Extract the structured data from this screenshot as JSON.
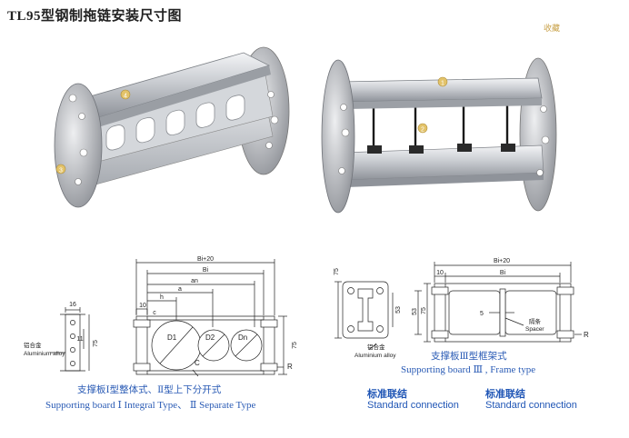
{
  "title": "TL95型钢制拖链安装尺寸图",
  "top_mark": "收藏",
  "photo_left": {
    "callout_top": "4",
    "callout_side": "3"
  },
  "photo_right": {
    "callout_top": "1",
    "callout_side": "2"
  },
  "diagram_left": {
    "dim_16": "16",
    "dim_11": "11",
    "dim_75_small": "75",
    "material_cn": "铝合金",
    "material_en": "Aluminium alloy",
    "dim_bi20": "Bi+20",
    "dim_bi": "Bi",
    "dim_an": "an",
    "dim_a": "a",
    "dim_h": "h",
    "dim_10": "10",
    "dim_c": "c",
    "dim_75": "75",
    "hole_d1": "D1",
    "hole_d2": "D2",
    "hole_dn": "Dn",
    "label_c": "C",
    "label_r": "R",
    "caption_cn": "支撑板Ⅰ型整体式、Ⅱ型上下分开式",
    "caption_en": "Supporting board Ⅰ Integral Type、 Ⅱ Separate Type"
  },
  "diagram_right": {
    "dim_75_small": "75",
    "dim_53_small": "53",
    "material_cn": "铝合金",
    "material_en": "Aluminium alloy",
    "dim_bi20": "Bi+20",
    "dim_10": "10",
    "dim_bi": "Bi",
    "dim_75": "75",
    "dim_53": "53",
    "dim_5": "5",
    "spacer_cn": "隔条",
    "spacer_en": "Spacer",
    "label_r": "R",
    "caption_cn": "支撑板Ⅲ型框架式",
    "caption_en": "Supporting board Ⅲ , Frame type"
  },
  "connections": [
    {
      "title": "标准联结",
      "subtitle": "Standard connection"
    },
    {
      "title": "标准联结",
      "subtitle": "Standard connection"
    }
  ]
}
